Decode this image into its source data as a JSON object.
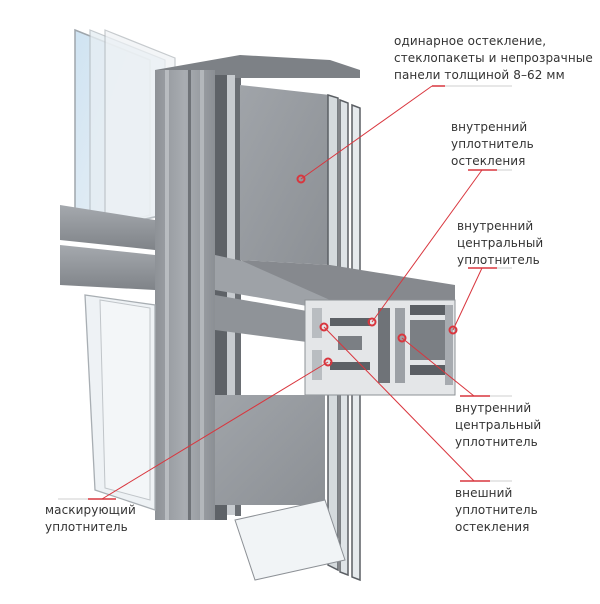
{
  "figure": {
    "subject": "curtain wall cross-section",
    "accent_color": "#d9363e",
    "underline_color": "#cfcfcf",
    "text_color": "#333333",
    "frame_color": "#9a9ea3"
  },
  "callouts": [
    {
      "id": "glazing",
      "text": "одинарное остекление,\nстеклопакеты и непрозрачные\nпанели толщиной 8–62 мм"
    },
    {
      "id": "inner-glazing-seal",
      "text": "внутренний\nуплотнитель\nостекления"
    },
    {
      "id": "inner-central-seal-top",
      "text": "внутренний\nцентральный\nуплотнитель"
    },
    {
      "id": "inner-central-seal-bottom",
      "text": "внутренний\nцентральный\nуплотнитель"
    },
    {
      "id": "outer-glazing-seal",
      "text": "внешний\nуплотнитель\nостекления"
    },
    {
      "id": "masking-seal",
      "text": "маскирующий\nуплотнитель"
    }
  ]
}
